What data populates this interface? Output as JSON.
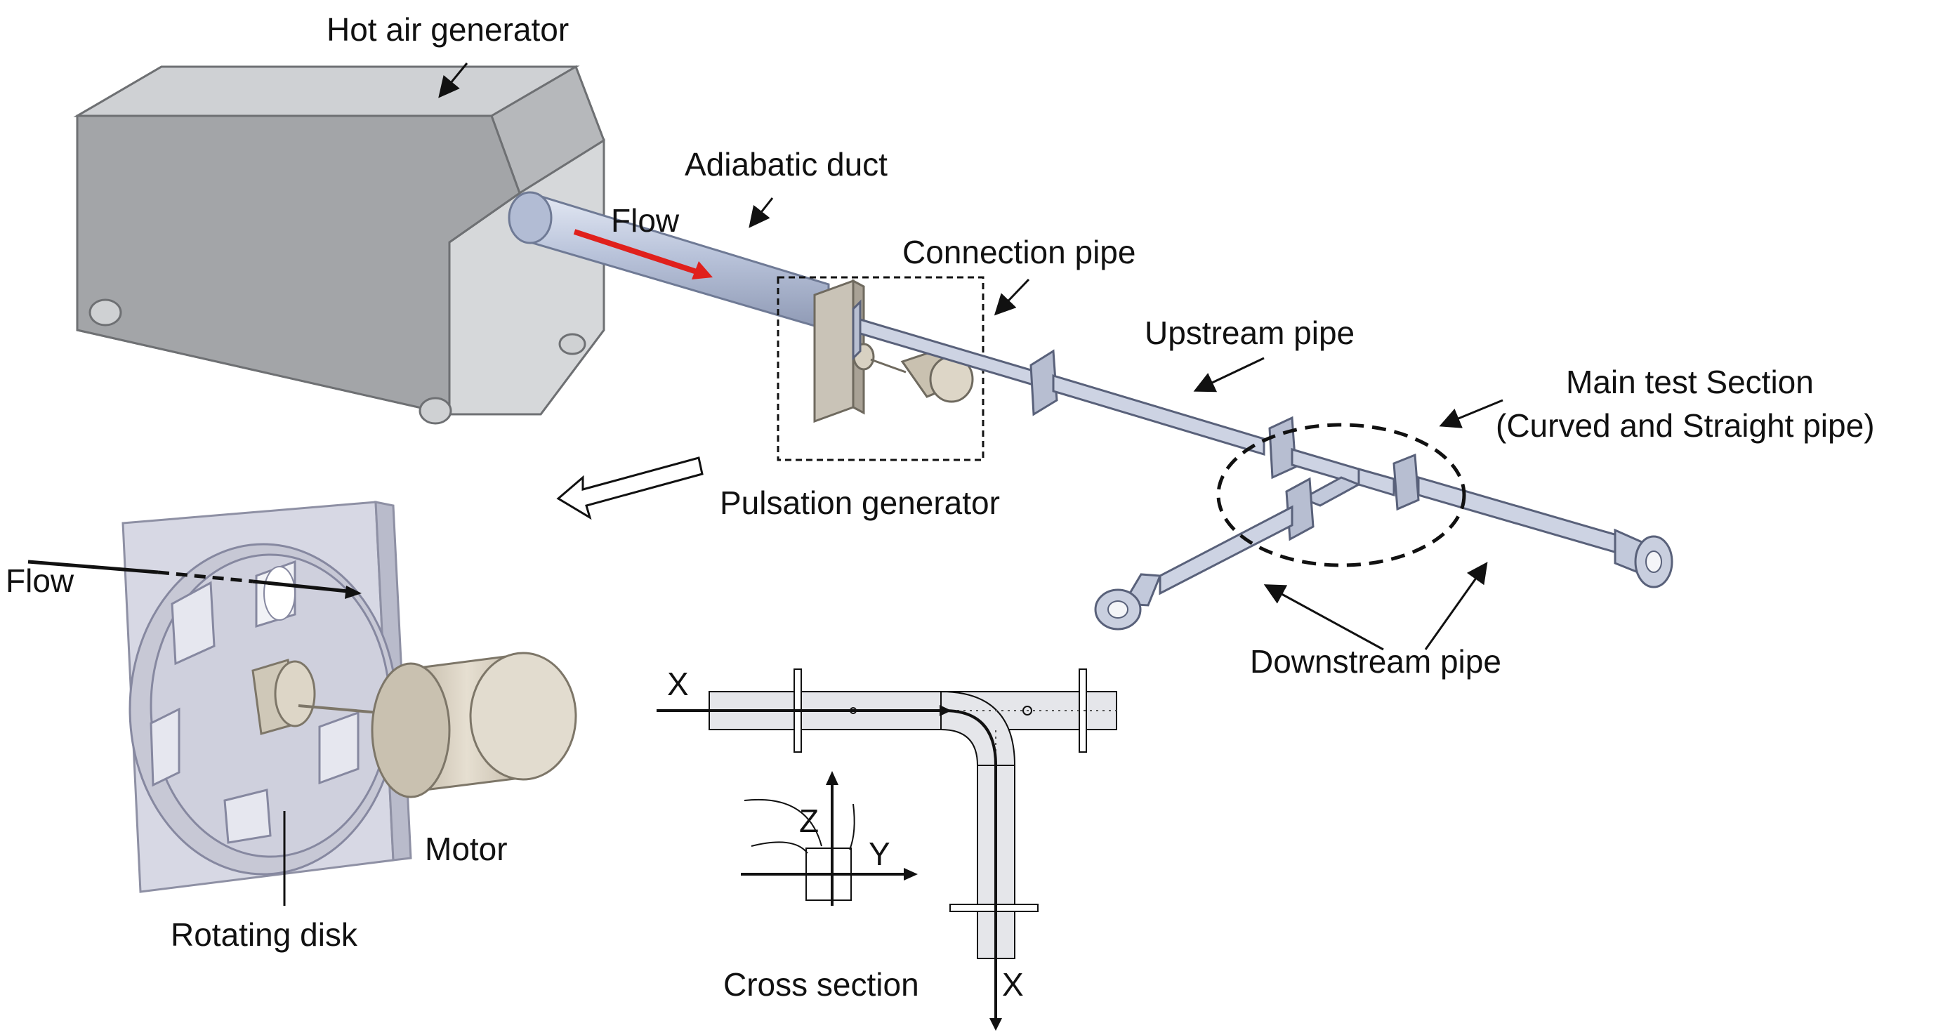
{
  "labels": {
    "hot_air_generator": "Hot air generator",
    "adiabatic_duct": "Adiabatic duct",
    "flow_top": "Flow",
    "connection_pipe": "Connection pipe",
    "upstream_pipe": "Upstream pipe",
    "main_test_section_line1": "Main test Section",
    "main_test_section_line2": "(Curved and Straight pipe)",
    "pulsation_generator": "Pulsation generator",
    "flow_left": "Flow",
    "downstream_pipe": "Downstream pipe",
    "motor": "Motor",
    "rotating_disk": "Rotating disk",
    "cross_section": "Cross section",
    "axis_x_in": "X",
    "axis_x_out": "X",
    "axis_z": "Z",
    "axis_y": "Y"
  },
  "colors": {
    "flow_arrow": "#e0201c",
    "machine_gray": "#a8aaad",
    "pipe_blue": "#c5cde0",
    "disk_lavender": "#cfd0dc",
    "motor_beige": "#d9d2c4"
  }
}
